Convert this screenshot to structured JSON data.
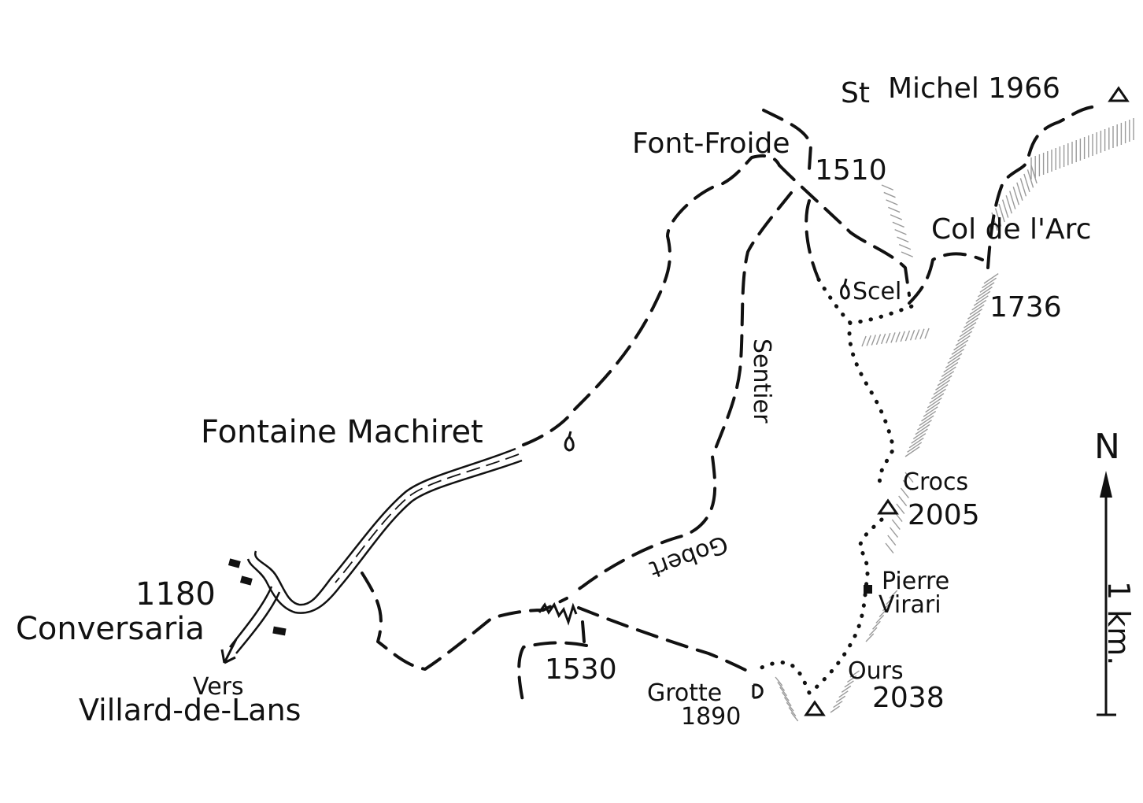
{
  "labels": {
    "st_michel_name": "St Michel",
    "st_michel_st": "St",
    "st_michel_rest": "Michel 1966",
    "font_froide": "Font-Froide",
    "alt_1510": "1510",
    "col_de_l_arc": "Col de l'Arc",
    "scel": "Scel",
    "alt_1736": "1736",
    "sentier": "Sentier",
    "gobert": "Gobert",
    "fontaine_machiret": "Fontaine Machiret",
    "crocs": "Crocs",
    "alt_2005": "2005",
    "pierre": "Pierre",
    "virari": "Virari",
    "alt_1180": "1180",
    "conversaria": "Conversaria",
    "vers": "Vers",
    "villard_de_lans": "Villard-de-Lans",
    "alt_1530": "1530",
    "grotte": "Grotte",
    "alt_1890": "1890",
    "ours": "Ours",
    "alt_2038": "2038"
  },
  "scale": {
    "north": "N",
    "distance": "1 km."
  },
  "colors": {
    "ink": "#111111",
    "relief_hatch": "#9a9a9a",
    "background": "#ffffff"
  },
  "symbols": [
    "summit-triangle-icon",
    "spring-icon",
    "building-icon",
    "cave-icon",
    "north-arrow-icon"
  ]
}
